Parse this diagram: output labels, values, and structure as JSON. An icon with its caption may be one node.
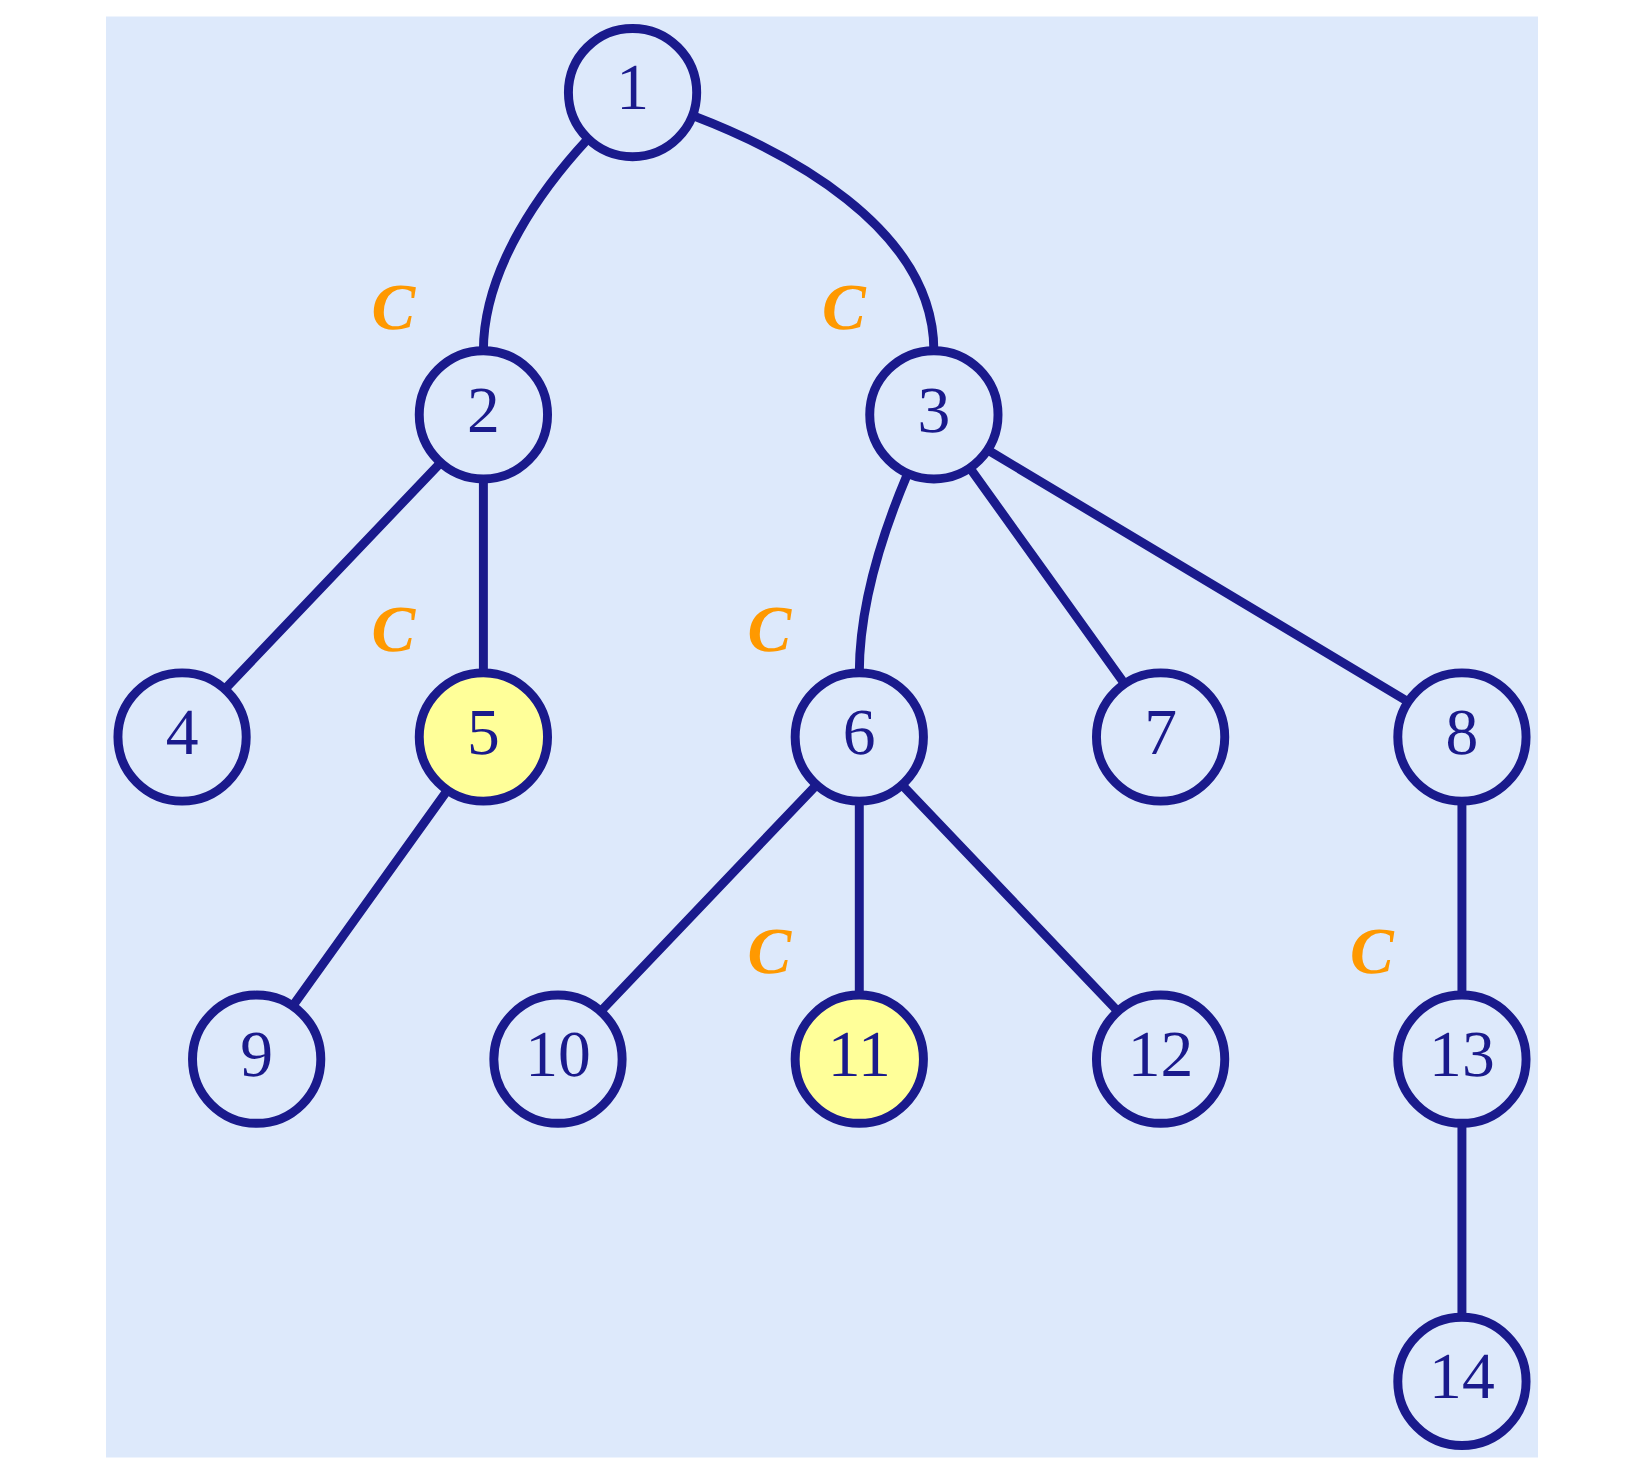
{
  "diagram": {
    "nodes": [
      {
        "text": [
          "1"
        ]
      },
      {
        "text": [
          "2"
        ],
        "beside": [
          "C"
        ]
      },
      {
        "text": [
          "3"
        ],
        "beside": [
          "C"
        ]
      },
      {
        "text": [
          "4"
        ]
      },
      {
        "text": [
          "5"
        ],
        "beside": [
          "C"
        ]
      },
      {
        "text": [
          "6"
        ],
        "beside": [
          "C"
        ]
      },
      {
        "text": [
          "7"
        ]
      },
      {
        "text": [
          "8"
        ]
      },
      {
        "text": [
          "9"
        ]
      },
      {
        "text": [
          "10"
        ]
      },
      {
        "text": [
          "11"
        ],
        "beside": [
          "C"
        ]
      },
      {
        "text": [
          "12"
        ]
      },
      {
        "text": [
          "13"
        ],
        "beside": [
          "C"
        ]
      },
      {
        "text": [
          "14"
        ]
      }
    ],
    "edges": [
      {
        "from": 0,
        "to": 1,
        "arrow": "none"
      },
      {
        "from": 0,
        "to": 2,
        "arrow": "none"
      },
      {
        "from": 1,
        "to": 3,
        "arrow": "none"
      },
      {
        "from": 1,
        "to": 4,
        "arrow": "none"
      },
      {
        "from": 2,
        "to": 5,
        "arrow": "none"
      },
      {
        "from": 2,
        "to": 6,
        "arrow": "none"
      },
      {
        "from": 2,
        "to": 7,
        "arrow": "none"
      },
      {
        "from": 4,
        "to": 8,
        "arrow": "none"
      },
      {
        "from": 5,
        "to": 9,
        "arrow": "none"
      },
      {
        "from": 5,
        "to": 10,
        "arrow": "none"
      },
      {
        "from": 5,
        "to": 11,
        "arrow": "none"
      },
      {
        "from": 7,
        "to": 12,
        "arrow": "none"
      },
      {
        "from": 12,
        "to": 13,
        "arrow": "none"
      }
    ]
  }
}
